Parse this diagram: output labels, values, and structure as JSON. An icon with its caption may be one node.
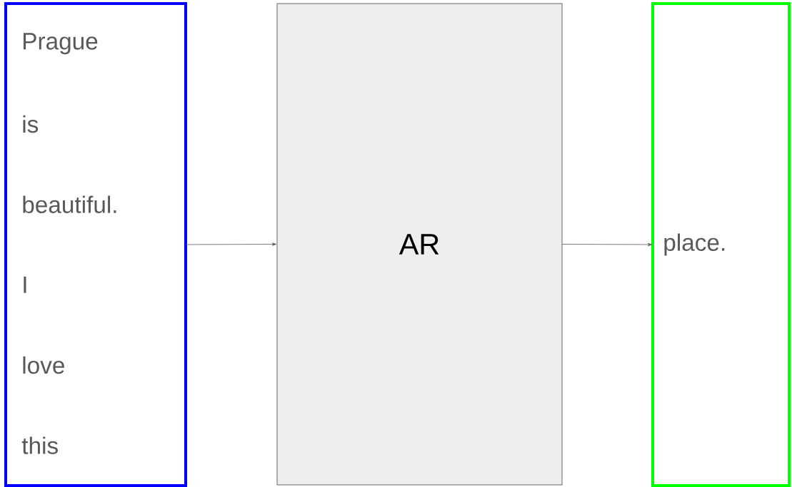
{
  "diagram": {
    "nodes": [
      {
        "text": [
          "Prague",
          "is",
          "beautiful.",
          "I",
          "love",
          "this"
        ]
      },
      {
        "text": [
          "AR"
        ]
      },
      {
        "text": [
          "place."
        ]
      }
    ],
    "edges": [
      {
        "from": 0,
        "to": 1,
        "arrow": "to"
      },
      {
        "from": 1,
        "to": 2,
        "arrow": "to"
      }
    ]
  }
}
